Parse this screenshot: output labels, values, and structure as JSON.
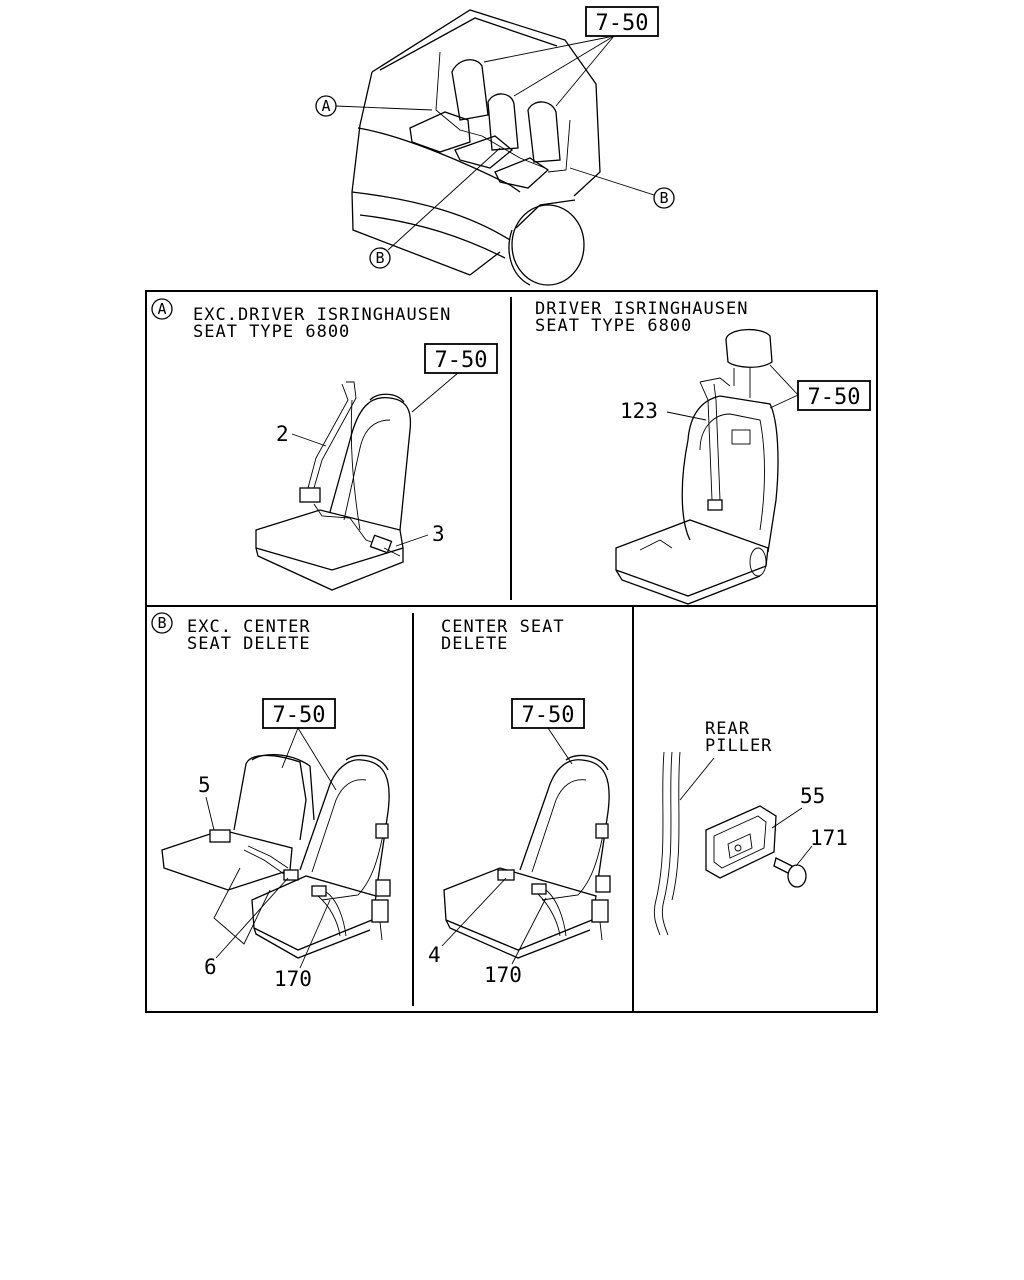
{
  "overview": {
    "ref_7_50": "7-50",
    "callout_a": "A",
    "callout_b_left": "B",
    "callout_b_right": "B"
  },
  "panel_a": {
    "marker": "A",
    "left": {
      "title_line1": "EXC.DRIVER ISRINGHAUSEN",
      "title_line2": "SEAT TYPE 6800",
      "ref_7_50": "7-50",
      "part_2": "2",
      "part_3": "3"
    },
    "right": {
      "title_line1": "DRIVER ISRINGHAUSEN",
      "title_line2": "SEAT TYPE 6800",
      "ref_7_50": "7-50",
      "part_123": "123"
    }
  },
  "panel_b": {
    "marker": "B",
    "left": {
      "title_line1": "EXC. CENTER",
      "title_line2": "SEAT DELETE",
      "ref_7_50": "7-50",
      "part_5": "5",
      "part_6": "6",
      "part_170": "170"
    },
    "middle": {
      "title_line1": "CENTER SEAT",
      "title_line2": "DELETE",
      "ref_7_50": "7-50",
      "part_4": "4",
      "part_170": "170"
    },
    "right": {
      "title_line1": "REAR",
      "title_line2": "PILLER",
      "part_55": "55",
      "part_171": "171"
    }
  }
}
